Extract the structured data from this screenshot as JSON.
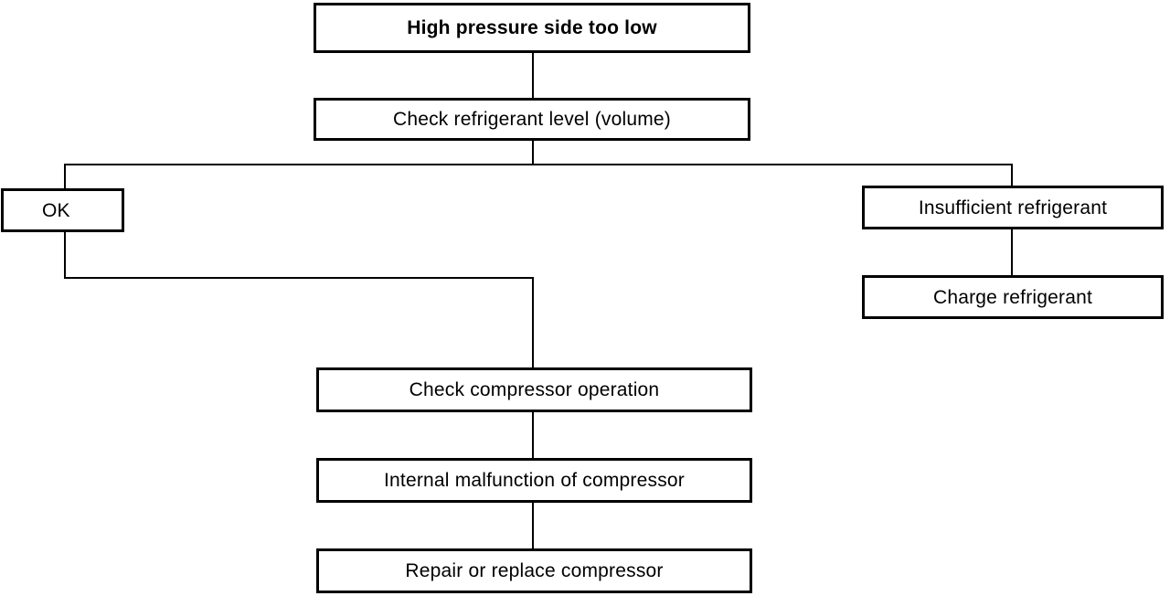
{
  "diagram": {
    "title": "High pressure side too low troubleshooting flowchart",
    "line_color": "#000000",
    "background_color": "#ffffff",
    "nodes": [
      {
        "id": "start",
        "label": "High pressure side too low",
        "emphasis": "bold"
      },
      {
        "id": "check-level",
        "label": "Check refrigerant level (volume)",
        "emphasis": "normal"
      },
      {
        "id": "ok",
        "label": "OK",
        "emphasis": "normal"
      },
      {
        "id": "insufficient",
        "label": "Insufficient refrigerant",
        "emphasis": "normal"
      },
      {
        "id": "charge",
        "label": "Charge refrigerant",
        "emphasis": "normal"
      },
      {
        "id": "check-comp",
        "label": "Check compressor operation",
        "emphasis": "normal"
      },
      {
        "id": "internal",
        "label": "Internal malfunction of compressor",
        "emphasis": "normal"
      },
      {
        "id": "repair",
        "label": "Repair or replace compressor",
        "emphasis": "normal"
      }
    ],
    "edges": [
      {
        "from": "start",
        "to": "check-level",
        "kind": "vertical"
      },
      {
        "from": "check-level",
        "to": "branch",
        "kind": "split"
      },
      {
        "from": "branch",
        "to": "ok",
        "kind": "elbow-left"
      },
      {
        "from": "branch",
        "to": "insufficient",
        "kind": "elbow-right"
      },
      {
        "from": "insufficient",
        "to": "charge",
        "kind": "vertical"
      },
      {
        "from": "ok",
        "to": "check-comp",
        "kind": "elbow-down-right"
      },
      {
        "from": "check-comp",
        "to": "internal",
        "kind": "vertical"
      },
      {
        "from": "internal",
        "to": "repair",
        "kind": "vertical"
      }
    ]
  }
}
